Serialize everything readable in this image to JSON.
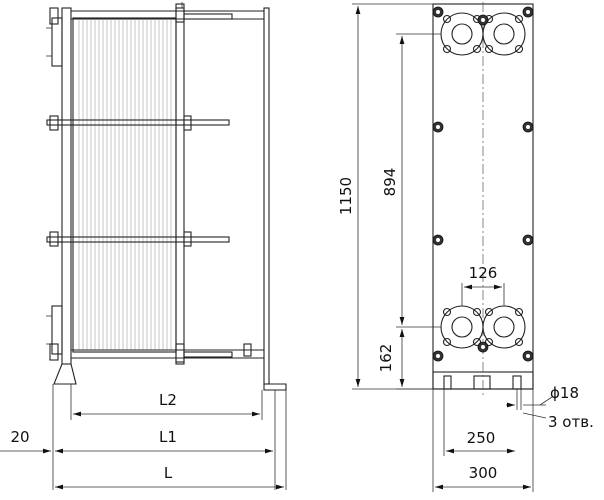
{
  "side_view": {
    "dimensions": {
      "l2": "L2",
      "l1": "L1",
      "l": "L",
      "offset": "20"
    }
  },
  "front_view": {
    "dimensions": {
      "total_height": "1150",
      "port_spacing_v": "894",
      "port_spacing_h": "126",
      "bottom_port": "162",
      "foot_width": "250",
      "overall_width": "300",
      "hole_dia": "ϕ18",
      "hole_count": "3 отв."
    }
  }
}
